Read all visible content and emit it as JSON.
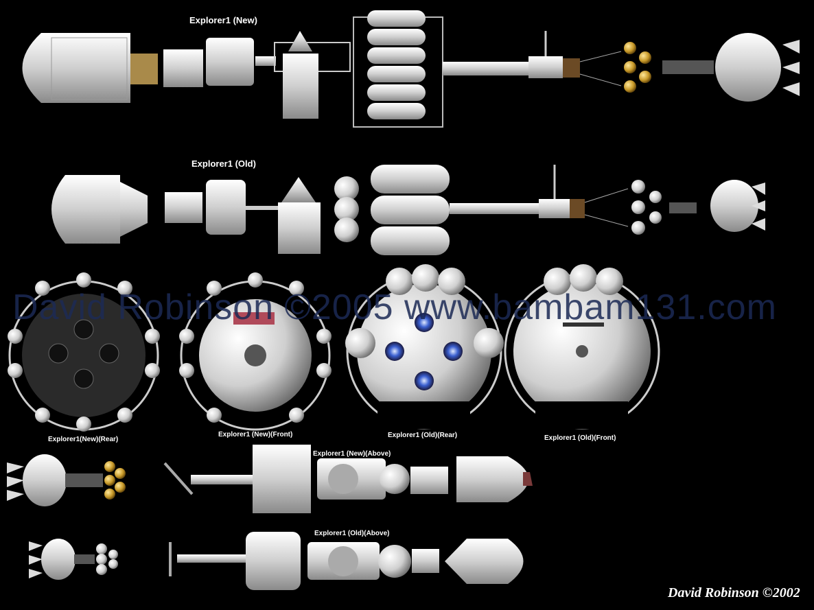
{
  "labels": {
    "explorer_new": "Explorer1 (New)",
    "explorer_old": "Explorer1 (Old)",
    "new_rear": "Explorer1(New)(Rear)",
    "new_front": "Explorer1 (New)(Front)",
    "old_rear": "Explorer1 (Old)(Rear)",
    "old_front": "Explorer1 (Old)(Front)",
    "new_above": "Explorer1 (New)(Above)",
    "old_above": "Explorer1 (Old)(Above)"
  },
  "watermark": "David Robinson ©2005 www.bambam131.com",
  "signature": "David Robinson ©2002",
  "colors": {
    "background": "#000000",
    "hull": "#dcdcdc",
    "gold": "#c89a2a",
    "engine_blue": "#3a5fcf",
    "watermark": "#1c2a55"
  }
}
